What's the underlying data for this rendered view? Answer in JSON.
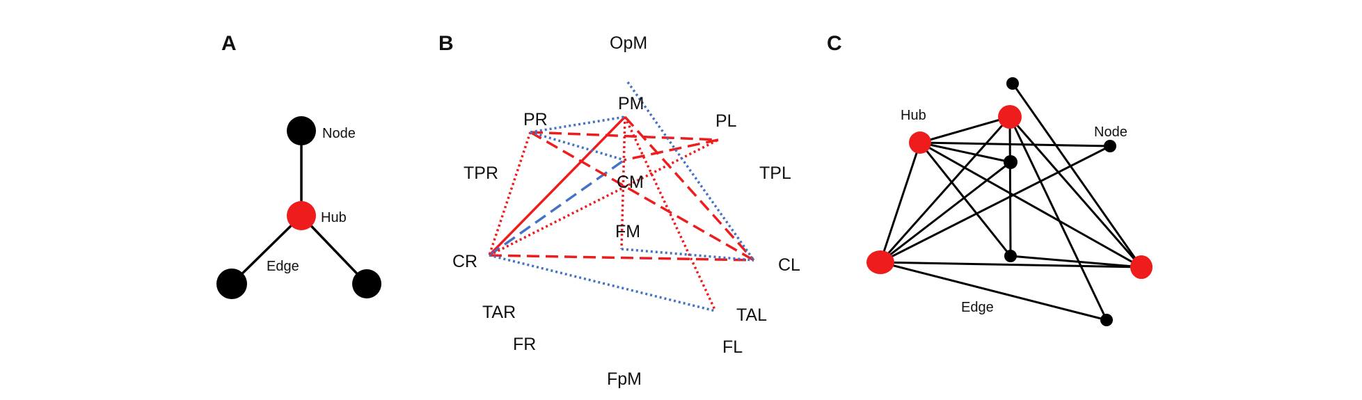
{
  "colors": {
    "black": "#000000",
    "red": "#ee1c1c",
    "blue": "#4472c4",
    "text": "#111111"
  },
  "panels": {
    "a": {
      "letter": "A",
      "labels": {
        "node": "Node",
        "hub": "Hub",
        "edge": "Edge"
      }
    },
    "b": {
      "letter": "B",
      "regions": {
        "OpM": "OpM",
        "PM": "PM",
        "PR": "PR",
        "PL": "PL",
        "TPR": "TPR",
        "TPL": "TPL",
        "CM": "CM",
        "FM": "FM",
        "CR": "CR",
        "CL": "CL",
        "TAR": "TAR",
        "TAL": "TAL",
        "FR": "FR",
        "FL": "FL",
        "FpM": "FpM"
      },
      "connections": [
        {
          "from": "PM",
          "to": "CR",
          "color": "red",
          "style": "solid"
        },
        {
          "from": "CR",
          "to": "CM",
          "color": "blue",
          "style": "dashed"
        },
        {
          "from": "PR",
          "to": "PL",
          "color": "red",
          "style": "dashed"
        },
        {
          "from": "PR",
          "to": "CL",
          "color": "red",
          "style": "dashed"
        },
        {
          "from": "CR",
          "to": "CL",
          "color": "red",
          "style": "dashed"
        },
        {
          "from": "PL",
          "to": "CM",
          "color": "red",
          "style": "dashed"
        },
        {
          "from": "PM",
          "to": "CL",
          "color": "red",
          "style": "dashed"
        },
        {
          "from": "PR",
          "to": "CR",
          "color": "red",
          "style": "dotted"
        },
        {
          "from": "PM",
          "to": "TAL",
          "color": "red",
          "style": "dotted"
        },
        {
          "from": "PM",
          "to": "FM",
          "color": "red",
          "style": "dotted"
        },
        {
          "from": "CR",
          "to": "PL",
          "color": "red",
          "style": "dotted"
        },
        {
          "from": "PR",
          "to": "PM",
          "color": "blue",
          "style": "dotted"
        },
        {
          "from": "PR",
          "to": "CM",
          "color": "blue",
          "style": "dotted"
        },
        {
          "from": "OpM",
          "to": "CL",
          "color": "blue",
          "style": "dotted"
        },
        {
          "from": "FM",
          "to": "CL",
          "color": "blue",
          "style": "dotted"
        },
        {
          "from": "CR",
          "to": "TAL",
          "color": "blue",
          "style": "dotted"
        }
      ]
    },
    "c": {
      "letter": "C",
      "labels": {
        "hub": "Hub",
        "node": "Node",
        "edge": "Edge"
      }
    }
  }
}
